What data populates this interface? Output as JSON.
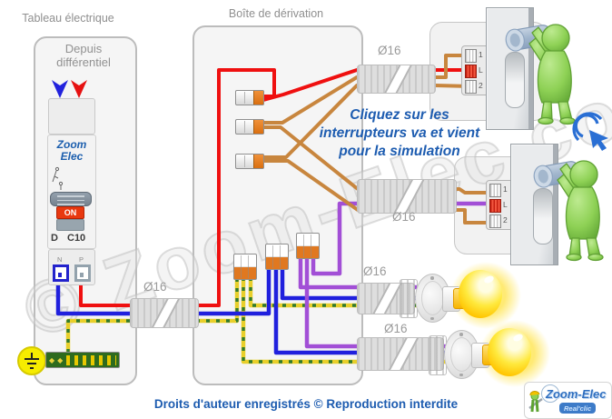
{
  "colors": {
    "phase_red": "#ef1010",
    "neutral_blue": "#2020dd",
    "earth_yellow": "#e8cf2a",
    "earth_green": "#2f7a2f",
    "shuttle_orange": "#c8863e",
    "lamp_return_purple": "#a24fd6",
    "accent_text_blue": "#1d5cb0",
    "connector_orange": "#e07820",
    "figure_green": "#8ed155",
    "bulb_yellow": "#ffd900"
  },
  "left_panel": {
    "title": "Tableau électrique",
    "subtitle_line1": "Depuis",
    "subtitle_line2": "différentiel",
    "breaker": {
      "brand_line1": "Zoom",
      "brand_line2": "Elec",
      "state": "ON",
      "pole": "D",
      "rating": "C10",
      "terminal_n": "N",
      "terminal_p": "P"
    }
  },
  "junction_box": {
    "title": "Boîte de dérivation"
  },
  "conduits": [
    {
      "id": "breaker-to-box",
      "label": "Ø16"
    },
    {
      "id": "box-to-switch1",
      "label": "Ø16"
    },
    {
      "id": "box-to-switch2",
      "label": "Ø16"
    },
    {
      "id": "box-to-lamp1",
      "label": "Ø16"
    },
    {
      "id": "box-to-lamp2",
      "label": "Ø16"
    }
  ],
  "instruction": {
    "line1": "Cliquez sur les",
    "line2": "interrupteurs va et vient",
    "line3": "pour la simulation"
  },
  "switch1": {
    "terminals": [
      "1",
      "L",
      "2"
    ]
  },
  "switch2": {
    "terminals": [
      "1",
      "L",
      "2"
    ]
  },
  "footer": {
    "copyright": "Droits d'auteur enregistrés © Reproduction interdite"
  },
  "logo": {
    "name": "Zoom-Elec",
    "tagline": "Real'clic"
  },
  "watermark": {
    "text": "© Zoom-Elec.com"
  }
}
